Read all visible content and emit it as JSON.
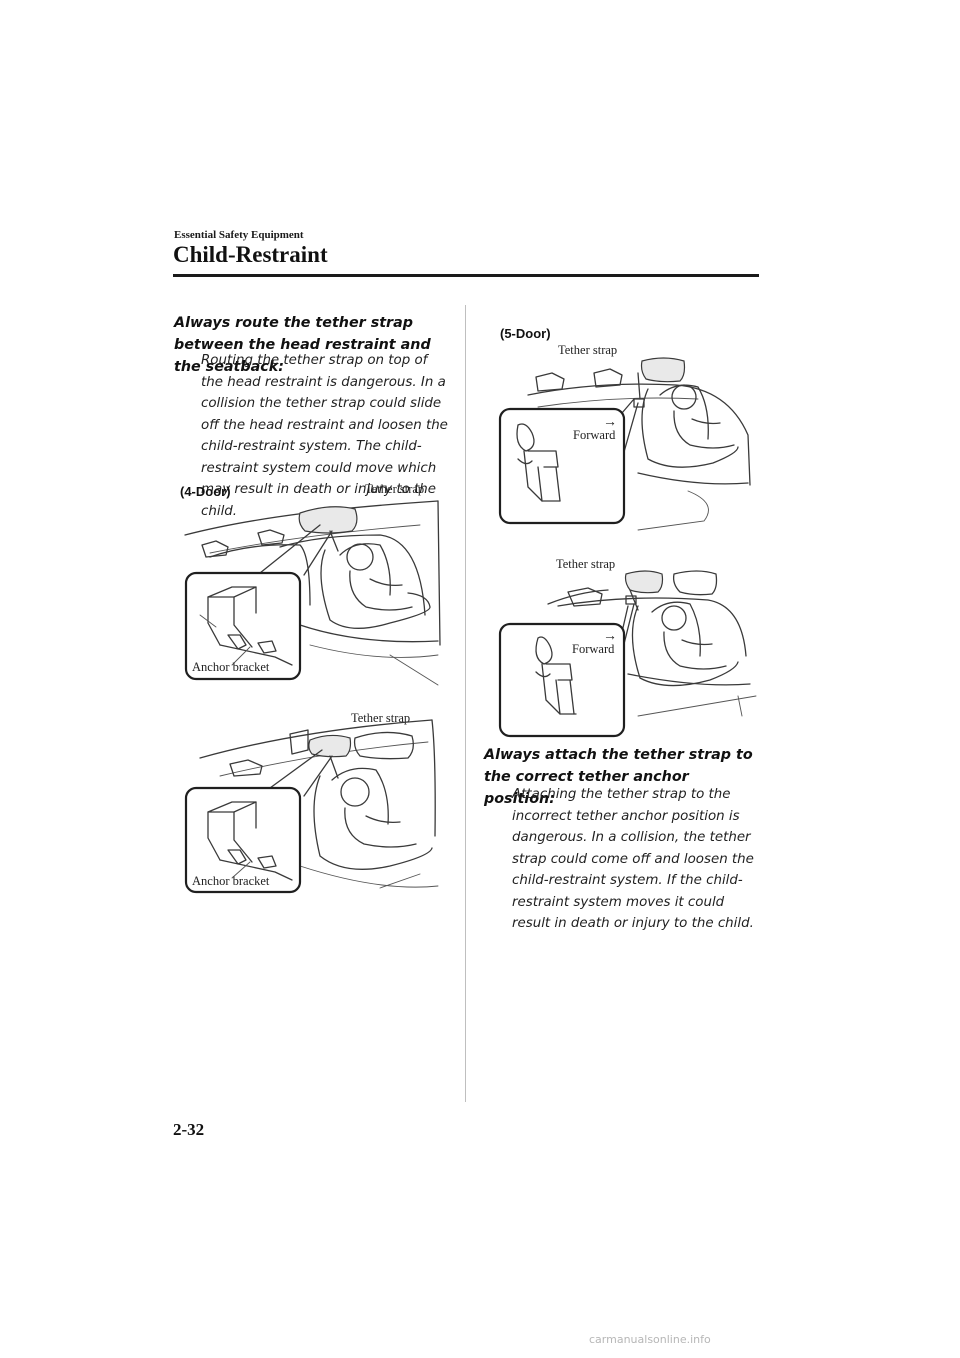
{
  "header": {
    "section": "Essential Safety Equipment",
    "title": "Child-Restraint"
  },
  "left": {
    "warning_title": "Always route the tether strap between the head restraint and the seatback:",
    "warning_body": "Routing the tether strap on top of the head restraint is dangerous. In a collision the tether strap could slide off the head restraint and loosen the child-restraint system. The child-restraint system could move which may result in death or injury to the child.",
    "figure1": {
      "label": "(4-Door)",
      "tether_label": "Tether strap",
      "anchor_label": "Anchor bracket"
    },
    "figure2": {
      "tether_label": "Tether strap",
      "anchor_label": "Anchor bracket"
    }
  },
  "right": {
    "figure3": {
      "label": "(5-Door)",
      "tether_label": "Tether strap",
      "forward_label": "Forward",
      "arrow": "→"
    },
    "figure4": {
      "tether_label": "Tether strap",
      "forward_label": "Forward",
      "arrow": "→"
    },
    "warning_title": "Always attach the tether strap to the correct tether anchor position:",
    "warning_body": "Attaching the tether strap to the incorrect tether anchor position is dangerous. In a collision, the tether strap could come off and loosen the child-restraint system. If the child-restraint system moves it could result in death or injury to the child."
  },
  "footer": {
    "page_number": "2-32",
    "site": "carmanualsonline.info"
  }
}
